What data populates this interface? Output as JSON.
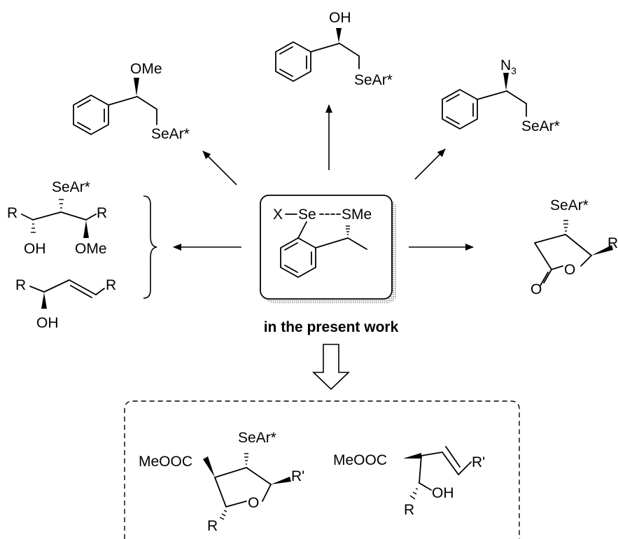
{
  "center": {
    "caption": "in the present work",
    "x_label": "X",
    "se_label": "Se",
    "sme_label": "SMe"
  },
  "products": {
    "methyl_ether": {
      "ome": "OMe",
      "sear": "SeAr*"
    },
    "alcohol": {
      "oh": "OH",
      "sear": "SeAr*"
    },
    "azide": {
      "n": "N",
      "n_sub": "3",
      "sear": "SeAr*"
    },
    "lactone": {
      "sear": "SeAr*",
      "r": "R",
      "o_carbonyl": "O",
      "o_ring": "O"
    },
    "diol_ether": {
      "sear": "SeAr*",
      "r1": "R",
      "r2": "R",
      "oh": "OH",
      "ome": "OMe"
    },
    "allyl_alcohol": {
      "r1": "R",
      "r2": "R",
      "oh": "OH"
    }
  },
  "new_products": {
    "thf": {
      "ester": "MeOOC",
      "sear": "SeAr*",
      "r_prime": "R'",
      "r": "R",
      "o": "O"
    },
    "homoallylic": {
      "ester": "MeOOC",
      "r_prime": "R'",
      "r": "R",
      "oh": "OH"
    }
  }
}
